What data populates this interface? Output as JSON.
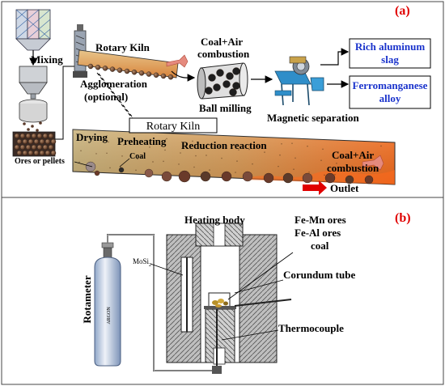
{
  "panel_a": {
    "label": "(a)",
    "mixing": "Mixing",
    "rotary_kiln_top": "Rotary Kiln",
    "agglomeration_1": "Agglomeration",
    "agglomeration_2": "(optional)",
    "coal_air_top_1": "Coal+Air",
    "coal_air_top_2": "combustion",
    "ball_milling": "Ball milling",
    "magnetic_separation": "Magnetic separation",
    "product_1_line1": "Rich aluminum",
    "product_1_line2": "slag",
    "product_2_line1": "Ferromanganese",
    "product_2_line2": "alloy",
    "ores_or_pellets": "Ores or pellets",
    "kiln_detail_title": "Rotary Kiln",
    "drying": "Drying",
    "preheating": "Preheating",
    "reduction": "Reduction reaction",
    "coal": "Coal",
    "coal_air_bottom_1": "Coal+Air",
    "coal_air_bottom_2": "combustion",
    "outlet": "Outlet"
  },
  "panel_b": {
    "label": "(b)",
    "rotameter": "Rotameter",
    "argon": "ARGON",
    "mosi2": "MoSi",
    "mosi2_sub": "2",
    "heating_body": "Heating body",
    "ores_1": "Fe-Mn ores",
    "ores_2": "Fe-Al ores",
    "ores_3": "coal",
    "corundum_tube": "Corundum tube",
    "thermocouple": "Thermocouple"
  },
  "colors": {
    "blue_text": "#1a33cc",
    "red_text": "#e00000",
    "kiln_glow": "#f07a2a"
  }
}
